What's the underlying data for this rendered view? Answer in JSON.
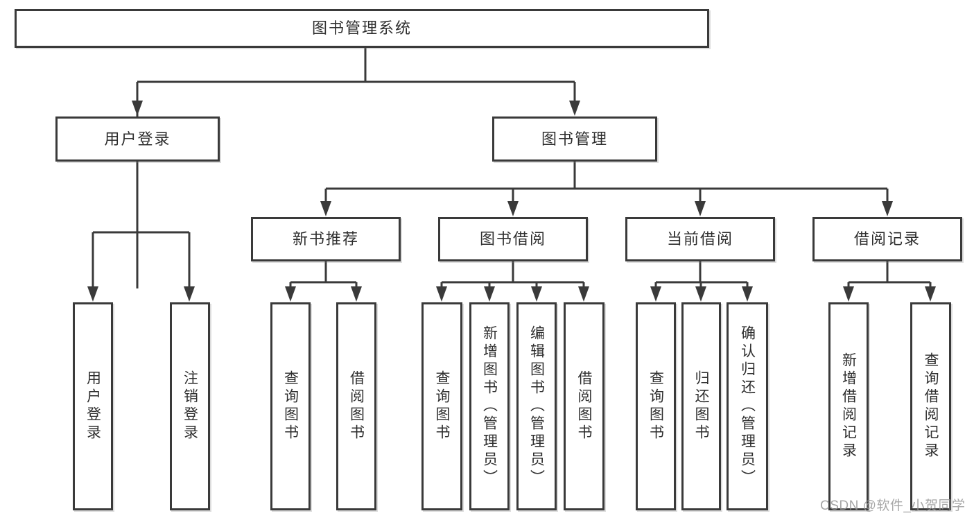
{
  "tree": {
    "label": "图书管理系统",
    "children": [
      {
        "label": "用户登录",
        "children": [
          {
            "label": "用户登录"
          },
          {
            "label": "注销登录"
          }
        ]
      },
      {
        "label": "图书管理",
        "children": [
          {
            "label": "新书推荐",
            "children": [
              {
                "label": "查询图书"
              },
              {
                "label": "借阅图书"
              }
            ]
          },
          {
            "label": "图书借阅",
            "children": [
              {
                "label": "查询图书"
              },
              {
                "label": "新增图书（管理员）"
              },
              {
                "label": "编辑图书（管理员）"
              },
              {
                "label": "借阅图书"
              }
            ]
          },
          {
            "label": "当前借阅",
            "children": [
              {
                "label": "查询图书"
              },
              {
                "label": "归还图书"
              },
              {
                "label": "确认归还（管理员）"
              }
            ]
          },
          {
            "label": "借阅记录",
            "children": [
              {
                "label": "新增借阅记录"
              },
              {
                "label": "查询借阅记录"
              }
            ]
          }
        ]
      }
    ]
  },
  "watermark": "CSDN @软件_小贺同学",
  "colors": {
    "line": "#3a3a3a",
    "text": "#2e2e2e",
    "box_background": "#ffffff",
    "watermark": "#969696",
    "background": "#ffffff"
  }
}
